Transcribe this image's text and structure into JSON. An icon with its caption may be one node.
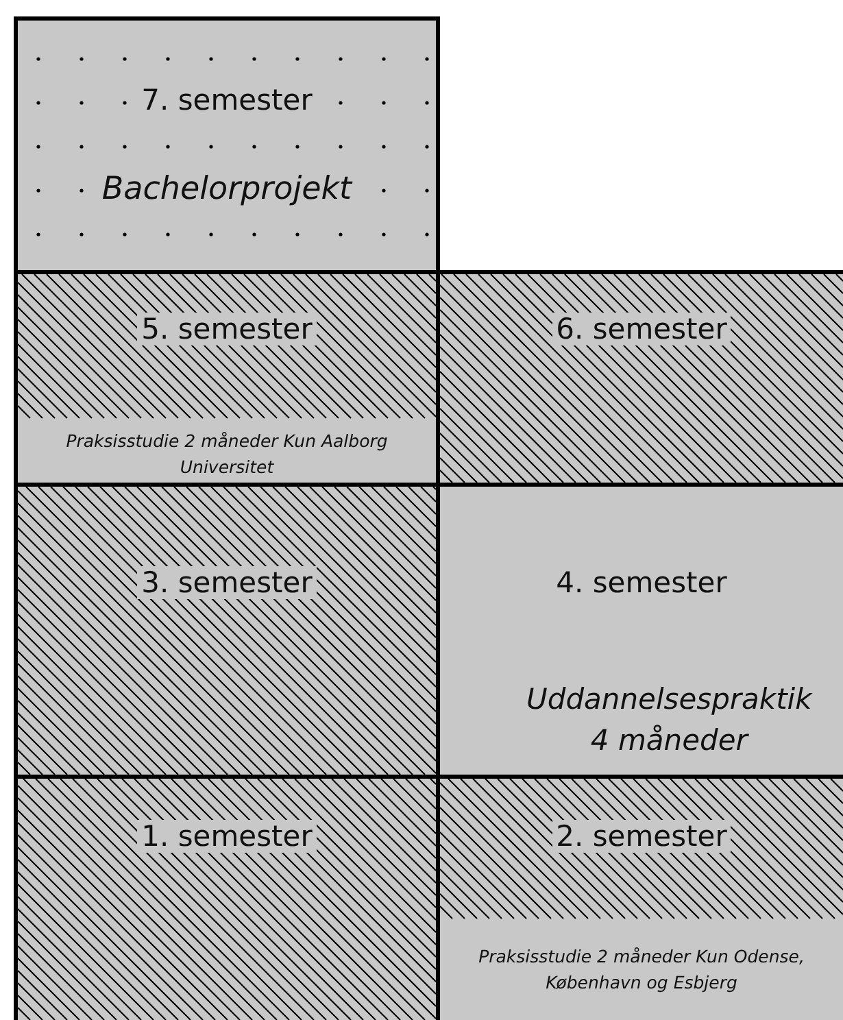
{
  "diagram": {
    "nodes": [
      {
        "text": [
          "7. semester",
          "Bachelorprojekt"
        ]
      },
      {
        "text": [
          "5. semester",
          "Praksisstudie 2 måneder Kun Aalborg Universitet"
        ]
      },
      {
        "text": [
          "6. semester"
        ]
      },
      {
        "text": [
          "3. semester"
        ]
      },
      {
        "text": [
          "4. semester",
          "Uddannelsespraktik 4 måneder"
        ]
      },
      {
        "text": [
          "1. semester"
        ]
      },
      {
        "text": [
          "2. semester",
          "Praksisstudie 2 måneder Kun Odense, København og Esbjerg"
        ]
      }
    ]
  }
}
